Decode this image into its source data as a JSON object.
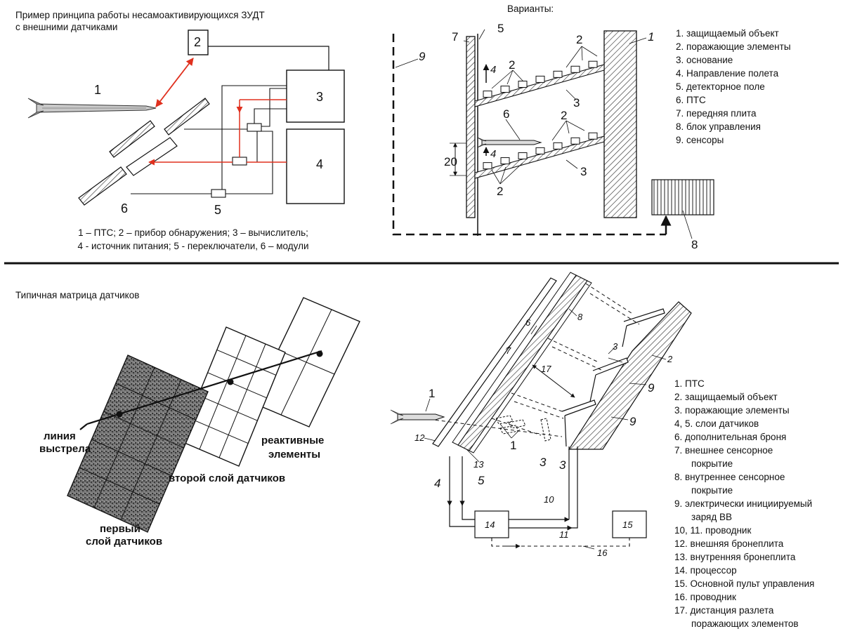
{
  "top_left": {
    "title_line1": "Пример принципа работы несамоактивирующихся ЗУДТ",
    "title_line2": "с внешними датчиками",
    "labels": {
      "n1": "1",
      "n2": "2",
      "n3": "3",
      "n4": "4",
      "n5": "5",
      "n6": "6"
    },
    "caption_line1": "1 – ПТС; 2 – прибор обнаружения; 3 – вычислитель;",
    "caption_line2": "4 - источник питания; 5 - переключатели, 6 – модули",
    "accent_color": "#e0301e"
  },
  "top_right": {
    "title": "Варианты:",
    "labels": {
      "n1": "1",
      "n2": "2",
      "n3": "3",
      "n4": "4",
      "n5": "5",
      "n6": "6",
      "n7": "7",
      "n8": "8",
      "n9": "9",
      "n20": "20"
    },
    "legend": [
      "1. защищаемый объект",
      "2. поражающие элементы",
      "3. основание",
      "4. Направление полета",
      "5. детекторное поле",
      "6. ПТС",
      "7. передняя плита",
      "8. блок управления",
      "9. сенсоры"
    ]
  },
  "bottom_left": {
    "title": "Типичная матрица датчиков",
    "labels": {
      "line_of_fire_1": "линия",
      "line_of_fire_2": "выстрела",
      "first_layer_1": "первый",
      "first_layer_2": "слой датчиков",
      "second_layer": "второй слой датчиков",
      "reactive_1": "реактивные",
      "reactive_2": "элементы"
    }
  },
  "bottom_right": {
    "labels": {
      "n1": "1",
      "n1b": "1",
      "n2": "2",
      "n3a": "3",
      "n3b": "3",
      "n3c": "3",
      "n4": "4",
      "n5": "5",
      "n6": "6",
      "n7": "7",
      "n8": "8",
      "n9a": "9",
      "n9b": "9",
      "n10": "10",
      "n11": "11",
      "n12": "12",
      "n13": "13",
      "n14": "14",
      "n15": "15",
      "n16": "16",
      "n17": "17"
    },
    "legend": [
      {
        "text": "1. ПТС",
        "indent": false
      },
      {
        "text": "2. защищаемый объект",
        "indent": false
      },
      {
        "text": "3. поражающие элементы",
        "indent": false
      },
      {
        "text": "4, 5. слои датчиков",
        "indent": false
      },
      {
        "text": "6. дополнительная броня",
        "indent": false
      },
      {
        "text": "7. внешнее сенсорное",
        "indent": false
      },
      {
        "text": "покрытие",
        "indent": true
      },
      {
        "text": "8. внутреннее сенсорное",
        "indent": false
      },
      {
        "text": "покрытие",
        "indent": true
      },
      {
        "text": "9. электрически инициируемый",
        "indent": false
      },
      {
        "text": "заряд ВВ",
        "indent": true
      },
      {
        "text": "10, 11. проводник",
        "indent": false
      },
      {
        "text": "12. внешняя бронеплита",
        "indent": false
      },
      {
        "text": "13. внутренняя бронеплита",
        "indent": false
      },
      {
        "text": "14. процессор",
        "indent": false
      },
      {
        "text": "15. Основной пульт управления",
        "indent": false
      },
      {
        "text": "16. проводник",
        "indent": false
      },
      {
        "text": "17. дистанция разлета",
        "indent": false
      },
      {
        "text": "поражающих элементов",
        "indent": true
      }
    ]
  }
}
